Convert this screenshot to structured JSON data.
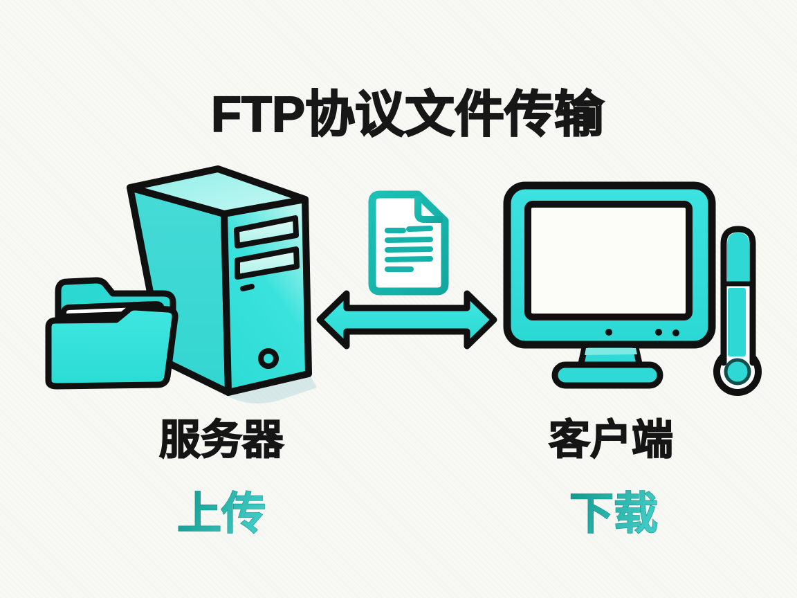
{
  "title": "FTP协议文件传输",
  "nodes": {
    "server": {
      "label": "服务器",
      "action_label": "上传"
    },
    "client": {
      "label": "客户端",
      "action_label": "下载"
    }
  },
  "icons": {
    "server": "server-tower-icon",
    "folder": "open-folder-icon",
    "file": "document-file-icon",
    "arrow": "bidirectional-arrow-icon",
    "client": "desktop-monitor-icon",
    "gauge": "thermometer-icon"
  },
  "colors": {
    "background": "#f8f8f4",
    "outline_black": "#101010",
    "cyan_fill": "#33dfda",
    "cyan_light": "#aef2ec",
    "document_teal": "#14b3a9",
    "action_teal_dark": "#12968b",
    "action_teal_light": "#3fcbc5",
    "heading_black": "#171717"
  }
}
